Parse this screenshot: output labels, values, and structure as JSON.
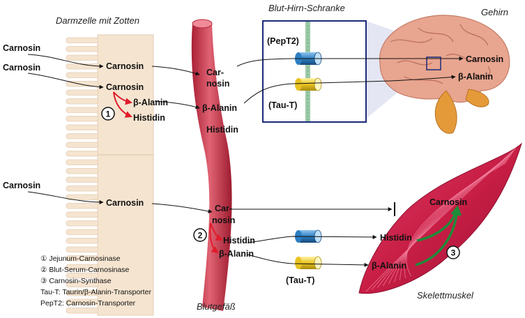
{
  "headings": {
    "intestine": "Darmzelle mit Zotten",
    "bbb": "Blut-Hirn-Schranke",
    "brain": "Gehirn",
    "vessel": "Blutgefäß",
    "muscle": "Skelettmuskel"
  },
  "labels": {
    "input1": "Carnosin",
    "input2": "Carnosin",
    "input3": "Carnosin",
    "cell_carnosin1": "Carnosin",
    "cell_carnosin2": "Carnosin",
    "cell_alanin": "β-Alanin",
    "cell_histidin": "Histidin",
    "cell_carnosin3": "Carnosin",
    "vessel_car1": "Car-",
    "vessel_nosin1": "nosin",
    "vessel_alanin": "β-Alanin",
    "vessel_histidin": "Histidin",
    "vessel_car2": "Car-",
    "vessel_nosin2": "nosin",
    "vessel_histidin2": "Histidin",
    "vessel_alanin2": "β-Alanin",
    "pept2": "(PepT2)",
    "taut_bbb": "(Tau-T)",
    "brain_carnosin": "Carnosin",
    "brain_alanin": "β-Alanin",
    "muscle_histidin": "Histidin",
    "muscle_alanin": "β-Alanin",
    "muscle_carnosin": "Carnosin",
    "taut_muscle": "(Tau-T)"
  },
  "markers": {
    "one": "1",
    "two": "2",
    "three": "3"
  },
  "legend": [
    "① Jejunum-Carnosinase",
    "② Blut-Serum-Carnosinase",
    "③ Carnosin-Synthase",
    "Tau-T: Taurin/β-Alanin-Transporter",
    "PepT2: Carnosin-Transporter"
  ],
  "colors": {
    "vessel": "#c8344a",
    "cell": "#f5e4cf",
    "muscle": "#c81e45",
    "brain": "#e8a58f",
    "bbb_border": "#1b2a7a",
    "enzyme_arrow": "#e01b2a",
    "synth_arrow": "#1e8c3a",
    "pept2_blue": "#2d7fc2",
    "taut_yellow": "#e8c321"
  }
}
